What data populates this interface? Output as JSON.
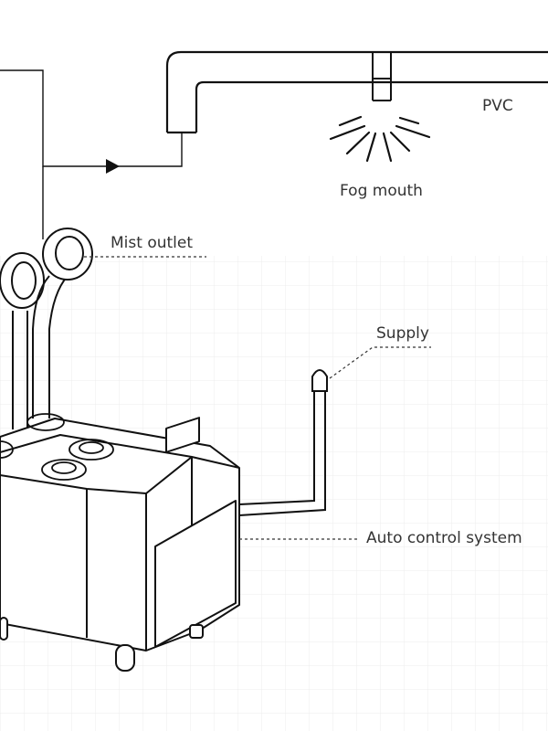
{
  "labels": {
    "pvc": "PVC",
    "fog_mouth": "Fog mouth",
    "mist_outlet": "Mist outlet",
    "supply": "Supply",
    "auto_control": "Auto control system"
  },
  "colors": {
    "line": "#111111",
    "grid": "#eeeeee",
    "text": "#333333",
    "background": "#ffffff"
  }
}
